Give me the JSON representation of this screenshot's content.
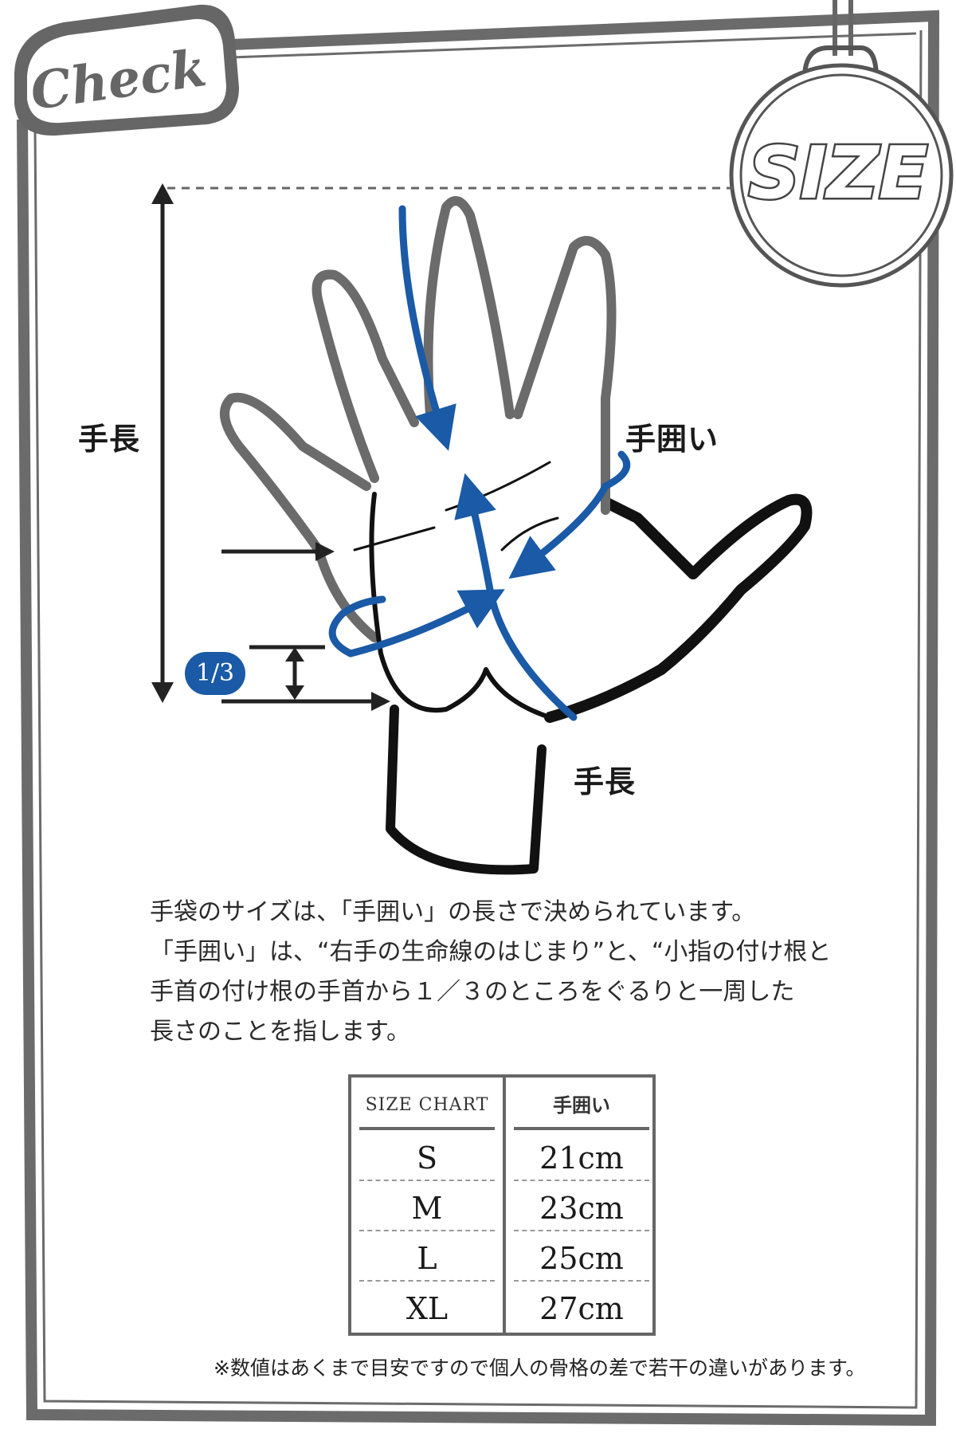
{
  "header": {
    "check_label": "Check",
    "size_label": "SIZE"
  },
  "diagram": {
    "left_length_label": "手長",
    "circumference_label": "手囲い",
    "bottom_length_label": "手長",
    "third_badge": "1/3"
  },
  "description": {
    "lines": [
      "手袋のサイズは、「手囲い」の長さで決められています。",
      "「手囲い」は、“右手の生命線のはじまり”と、“小指の付け根と",
      "手首の付け根の手首から１／３のところをぐるりと一周した",
      "長さのことを指します。"
    ]
  },
  "size_chart": {
    "header_left": "SIZE CHART",
    "header_right": "手囲い",
    "rows": [
      {
        "size": "S",
        "value": "21cm"
      },
      {
        "size": "M",
        "value": "23cm"
      },
      {
        "size": "L",
        "value": "25cm"
      },
      {
        "size": "XL",
        "value": "27cm"
      }
    ]
  },
  "footnote": "※数値はあくまで目安ですので個人の骨格の差で若干の違いがあります。",
  "colors": {
    "accent_blue": "#1a5aa6",
    "frame_gray": "#6b6b6b",
    "dark": "#1a1a1a"
  }
}
